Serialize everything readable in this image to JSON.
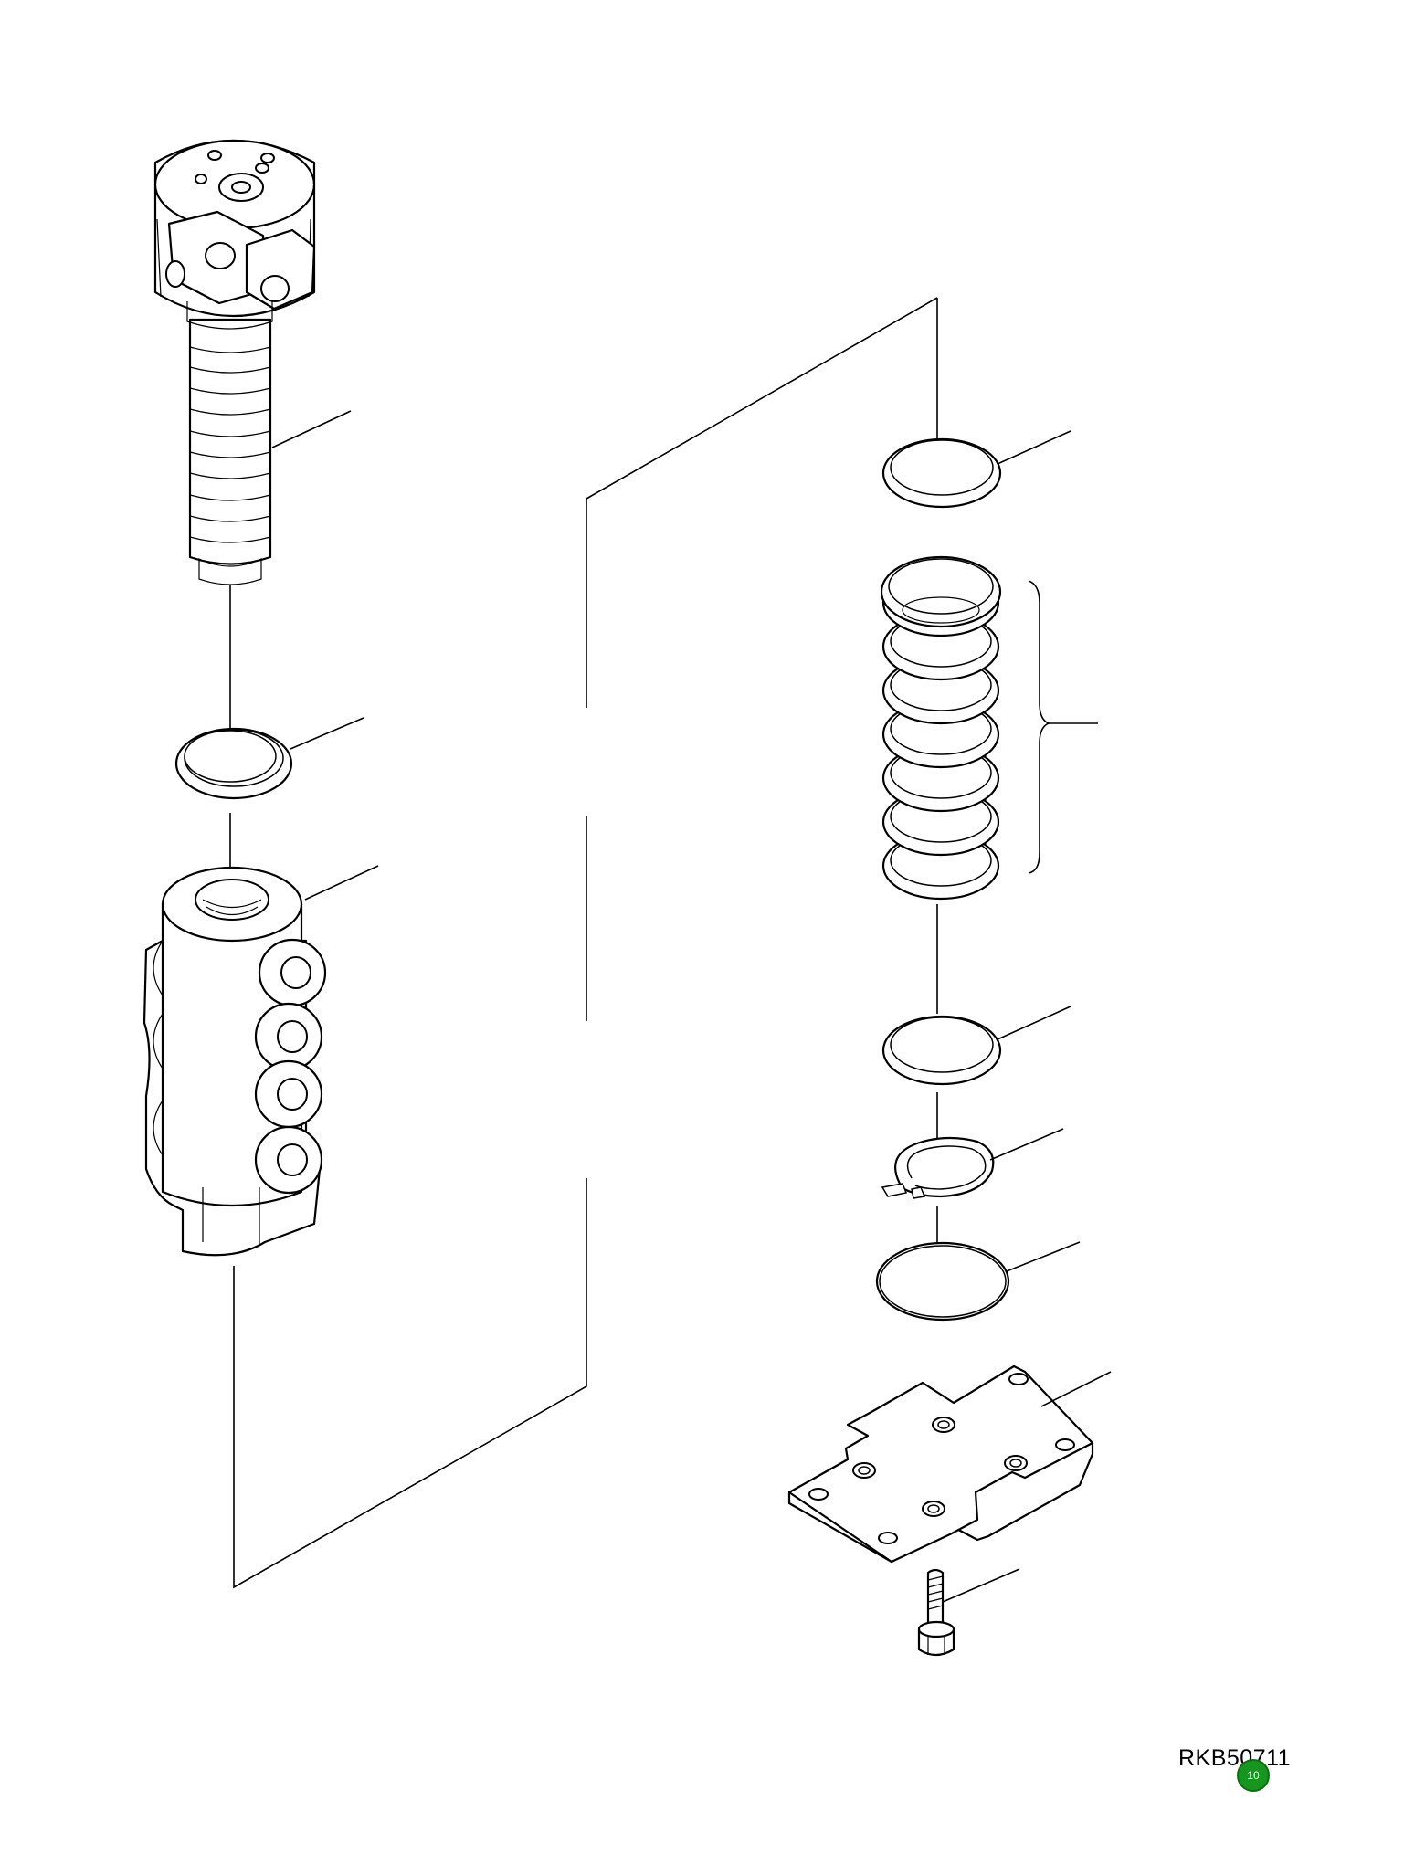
{
  "drawing": {
    "code": "RKB50711",
    "page_badge": "10",
    "badge_color": "#16961e",
    "line_color": "#000000",
    "background": "#ffffff"
  },
  "parts": [
    {
      "name": "spool-cartridge"
    },
    {
      "name": "ring-left"
    },
    {
      "name": "valve-body"
    },
    {
      "name": "backup-ring-top"
    },
    {
      "name": "shim-stack"
    },
    {
      "name": "backup-ring-bottom"
    },
    {
      "name": "snap-ring"
    },
    {
      "name": "o-ring"
    },
    {
      "name": "cover-plate"
    },
    {
      "name": "bolt"
    }
  ]
}
